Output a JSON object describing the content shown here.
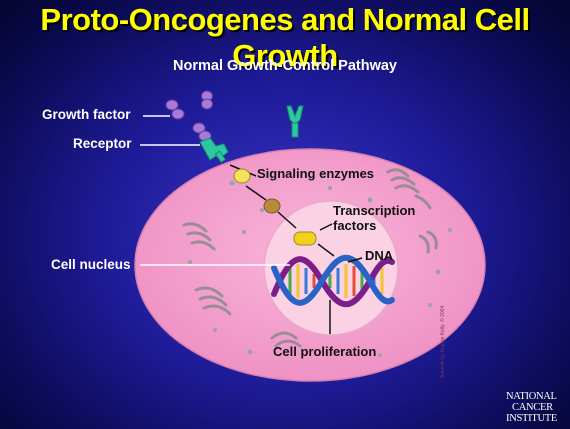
{
  "slide": {
    "title": "Proto-Oncogenes and Normal Cell Growth",
    "subtitle": "Normal Growth-Control Pathway"
  },
  "labels": {
    "growth_factor": "Growth factor",
    "receptor": "Receptor",
    "cell_nucleus": "Cell nucleus",
    "signaling_enzymes": "Signaling enzymes",
    "transcription_factors_line1": "Transcription",
    "transcription_factors_line2": "factors",
    "dna": "DNA",
    "cell_proliferation": "Cell proliferation"
  },
  "credit": "Artwork by Jeanne Kelly. © 2004.",
  "logo": {
    "line1": "NATIONAL",
    "line2": "CANCER",
    "line3": "INSTITUTE"
  },
  "colors": {
    "title": "#ffff00",
    "cytoplasm": "#f6a3cf",
    "nucleus": "#fbd2e3",
    "growth_factor": "#a87ad8",
    "receptor": "#2ec8a0",
    "enzyme_yellow": "#f2e35a",
    "enzyme_brown": "#b88a3c"
  }
}
